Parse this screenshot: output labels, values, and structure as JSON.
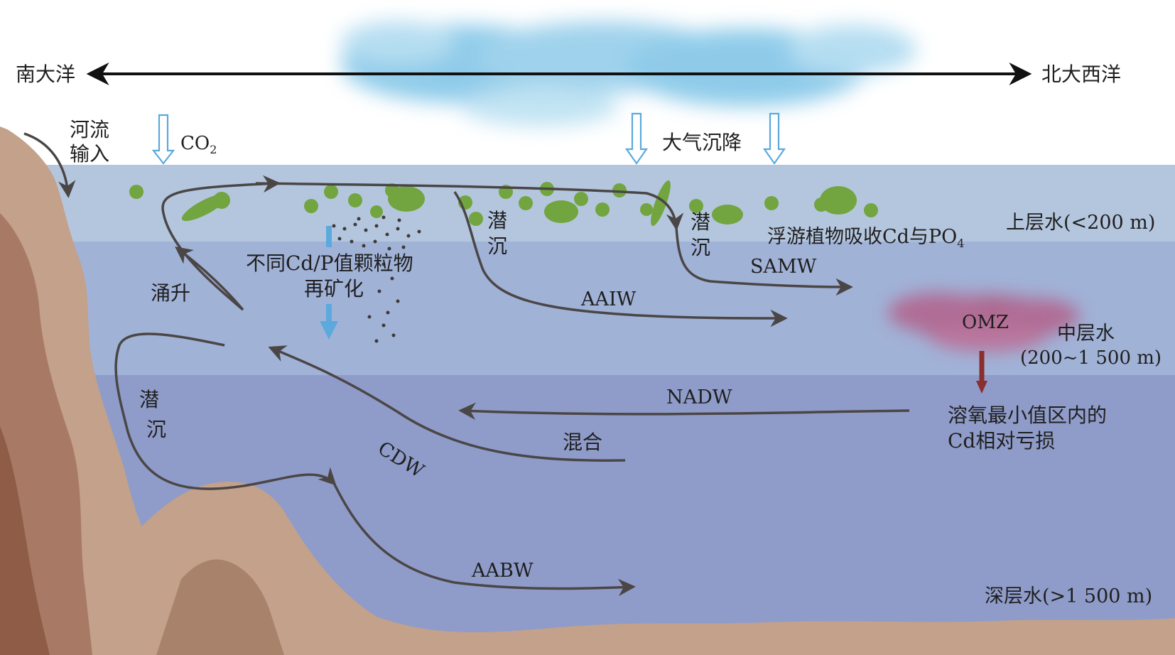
{
  "diagram": {
    "axis": {
      "left": "南大洋",
      "right": "北大西洋"
    },
    "inputs": {
      "river": [
        "河流",
        "输入"
      ],
      "co2": "CO",
      "co2_sub": "2",
      "atmos": "大气沉降"
    },
    "layers": {
      "upper": "上层水(<200 m)",
      "middle_1": "中层水",
      "middle_2": "(200~1 500 m)",
      "deep": "深层水(>1 500 m)"
    },
    "processes": {
      "sink_a": [
        "潜",
        "沉"
      ],
      "sink_b": [
        "潜",
        "沉"
      ],
      "sink_c": [
        "潜",
        "沉"
      ],
      "upwelling": "涌升",
      "mixing": "混合",
      "remin_1": "不同Cd/P值颗粒物",
      "remin_2": "再矿化",
      "uptake": "浮游植物吸收Cd与PO",
      "uptake_sub": "4",
      "omz_note_1": "溶氧最小值区内的",
      "omz_note_2": "Cd相对亏损"
    },
    "water_masses": {
      "samw": "SAMW",
      "aaiw": "AAIW",
      "nadw": "NADW",
      "cdw": "CDW",
      "aabw": "AABW",
      "omz": "OMZ"
    },
    "colors": {
      "upper_water": "#b4c6de",
      "middle_water": "#a1b2d7",
      "deep_water": "#8f9cc9",
      "seafloor": "#c3a18a",
      "rock": "#a87a66",
      "phytoplankton": "#72a53f",
      "arrow": "#4b4646",
      "input_arrow": "#5ba9dd",
      "omz": "#b0527a",
      "cloud": "#7cc3e6"
    }
  }
}
